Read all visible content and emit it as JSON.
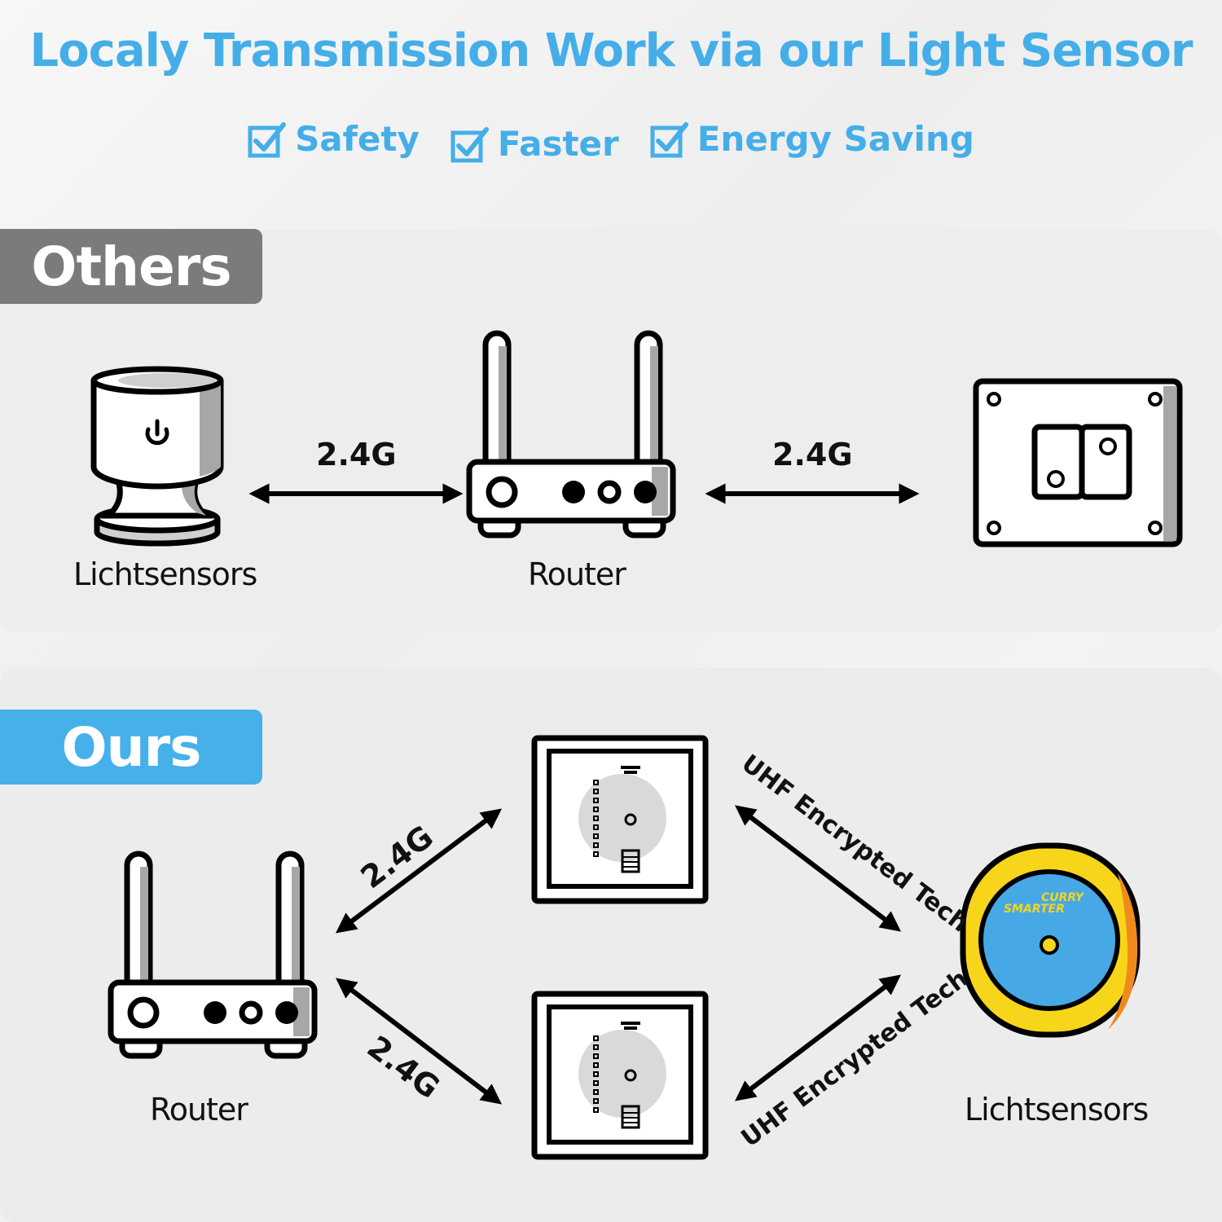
{
  "header": {
    "title": "Localy Transmission Work via our Light Sensor",
    "benefits": [
      "Safety",
      "Faster",
      "Energy Saving"
    ]
  },
  "others": {
    "tag": "Others",
    "sensor_label": "Lichtsensors",
    "router_label": "Router",
    "link_left": "2.4G",
    "link_right": "2.4G"
  },
  "ours": {
    "tag": "Ours",
    "router_label": "Router",
    "sensor_label": "Lichtsensors",
    "link_top_left": "2.4G",
    "link_bottom_left": "2.4G",
    "link_top_right": "UHF Encrypted Tech",
    "link_bottom_right": "UHF Encrypted Tech",
    "sensor_brand_line1": "CURRY",
    "sensor_brand_line2": "SMARTER"
  },
  "colors": {
    "accent": "#45aee8",
    "tag_others": "#7b7b7b",
    "tag_ours": "#46b0ea",
    "sensor_yellow": "#f7d51a",
    "sensor_blue": "#47a8e6"
  }
}
